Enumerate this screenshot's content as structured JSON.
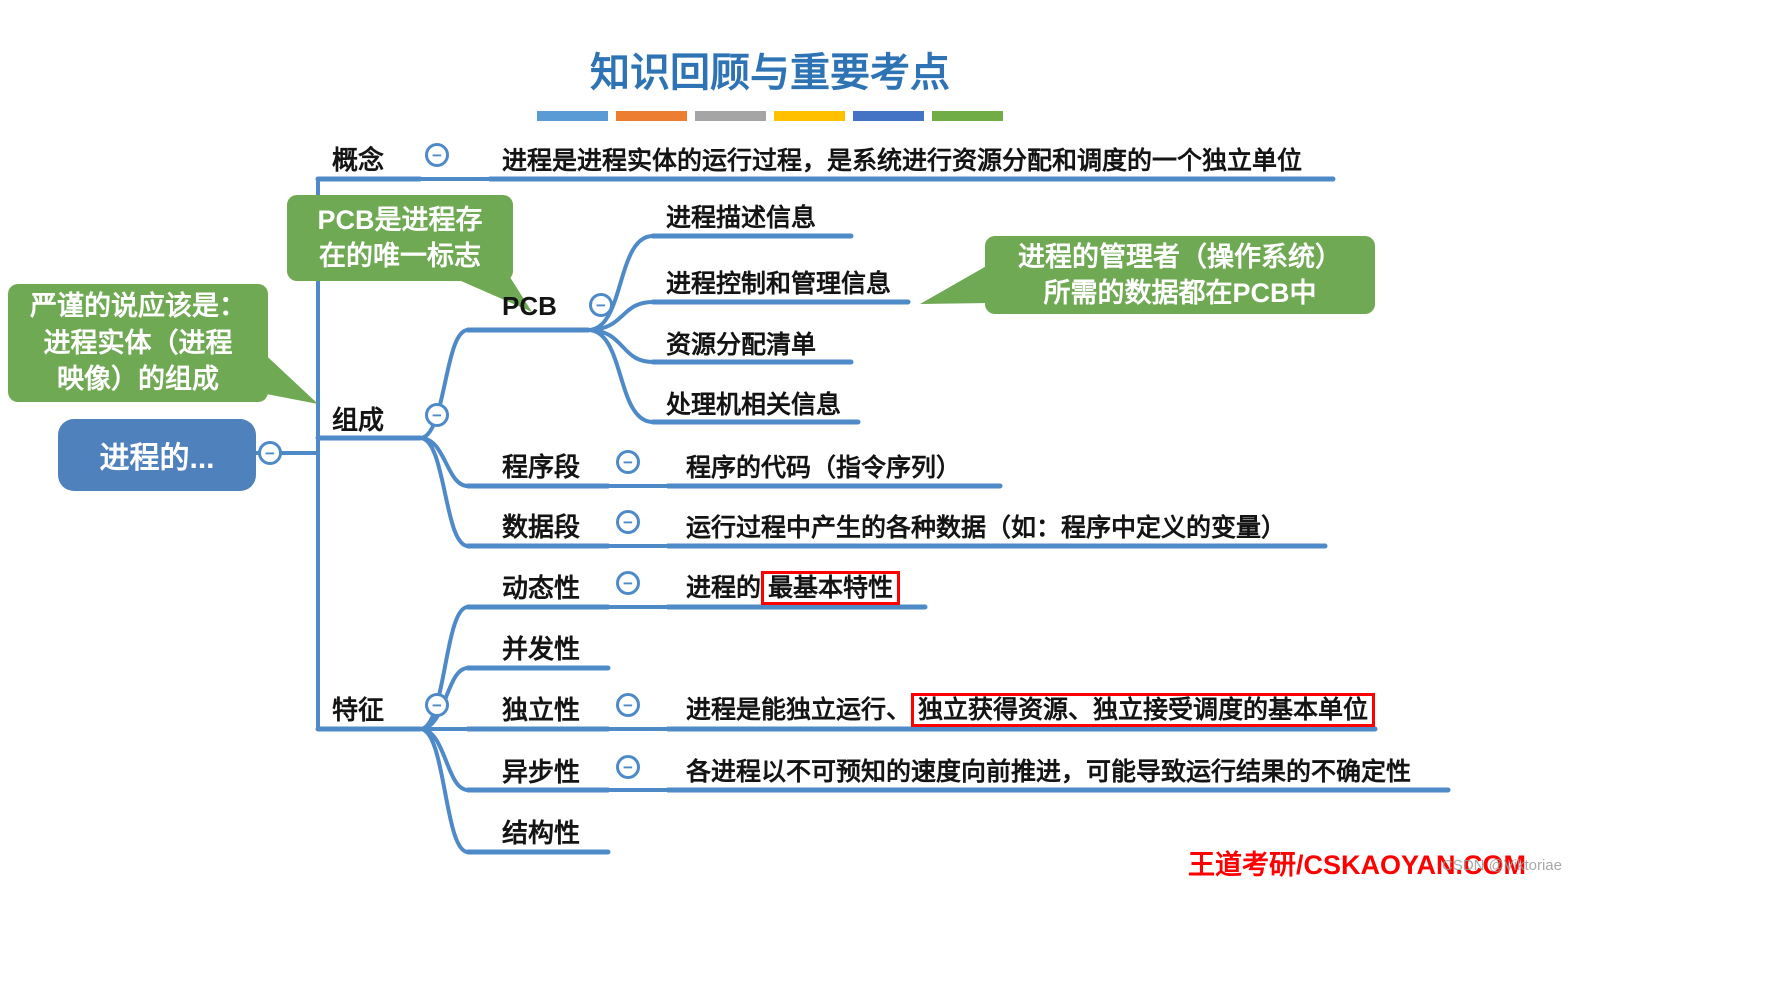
{
  "title": "知识回顾与重要考点",
  "icons": {
    "collapse": "−"
  },
  "legend_colors": [
    "#5B9BD5",
    "#ED7D31",
    "#A5A5A5",
    "#FFC000",
    "#4472C4",
    "#70AD47"
  ],
  "colors": {
    "title": "#2E74B5",
    "line": "#4E8AC8",
    "root_bg": "#4F81BD",
    "callout_bg": "#6FA953",
    "highlight_border": "#FF0000",
    "brand": "#FF0000"
  },
  "root": {
    "label": "进程的..."
  },
  "branches": {
    "concept": {
      "label": "概念",
      "text": "进程是进程实体的运行过程，是系统进行资源分配和调度的一个独立单位"
    },
    "composition": {
      "label": "组成",
      "pcb": {
        "label": "PCB",
        "children": [
          "进程描述信息",
          "进程控制和管理信息",
          "资源分配清单",
          "处理机相关信息"
        ]
      },
      "program_segment": {
        "label": "程序段",
        "text": "程序的代码（指令序列）"
      },
      "data_segment": {
        "label": "数据段",
        "text": "运行过程中产生的各种数据（如：程序中定义的变量）"
      }
    },
    "features": {
      "label": "特征",
      "dynamic": {
        "label": "动态性",
        "text_prefix": "进程的",
        "text_highlight": "最基本特性"
      },
      "concurrency": {
        "label": "并发性"
      },
      "independence": {
        "label": "独立性",
        "text_prefix": "进程是能独立运行、",
        "text_highlight": "独立获得资源、独立接受调度的基本单位"
      },
      "asynchrony": {
        "label": "异步性",
        "text": "各进程以不可预知的速度向前推进，可能导致运行结果的不确定性"
      },
      "structure": {
        "label": "结构性"
      }
    }
  },
  "callouts": {
    "pcb_unique_flag": "PCB是进程存\n在的唯一标志",
    "rigorous_note": "严谨的说应该是：\n进程实体（进程\n映像）的组成",
    "pcb_manager": "进程的管理者（操作系统）\n所需的数据都在PCB中"
  },
  "footer": {
    "brand": "王道考研/CSKAOYAN.COM",
    "watermark": "CSDN @Viktoriae"
  }
}
